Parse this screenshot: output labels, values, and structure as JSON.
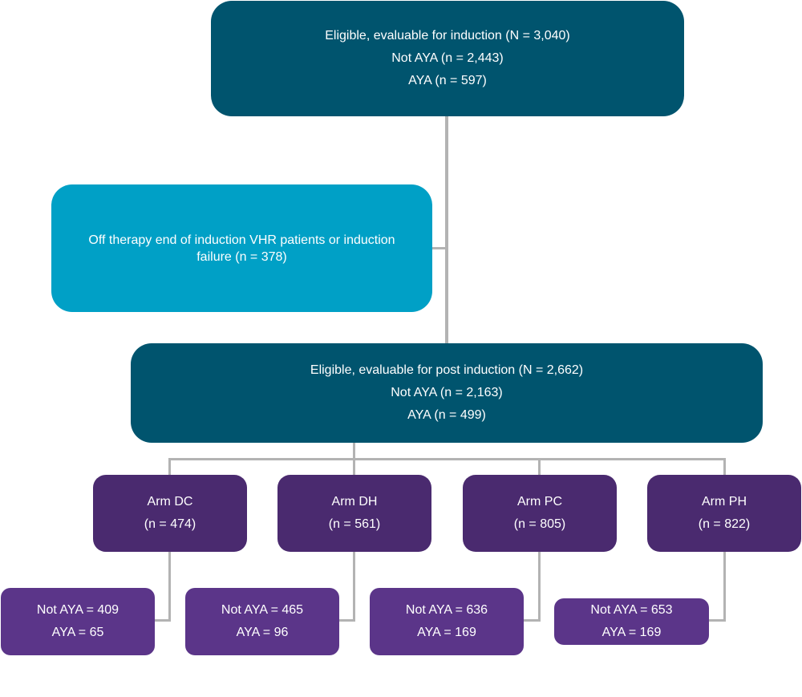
{
  "diagram": {
    "type": "flowchart",
    "colors": {
      "primary_box": "#00546e",
      "excluded_box": "#00a0c6",
      "arm_box": "#4a2a6f",
      "subgroup_box": "#5b3589",
      "connector": "#b3b3b3",
      "text": "#ffffff"
    },
    "induction": {
      "title": "Eligible, evaluable for induction (N = 3,040)",
      "not_aya": "Not AYA (n = 2,443)",
      "aya": "AYA (n = 597)"
    },
    "excluded": {
      "text": "Off therapy end of induction VHR patients or induction failure (n = 378)"
    },
    "post_induction": {
      "title": "Eligible, evaluable for post induction (N = 2,662)",
      "not_aya": "Not AYA (n = 2,163)",
      "aya": "AYA (n = 499)"
    },
    "arms": [
      {
        "name": "Arm DC",
        "n": "(n = 474)",
        "not_aya": "Not AYA = 409",
        "aya": "AYA = 65"
      },
      {
        "name": "Arm DH",
        "n": "(n = 561)",
        "not_aya": "Not AYA = 465",
        "aya": "AYA = 96"
      },
      {
        "name": "Arm PC",
        "n": "(n = 805)",
        "not_aya": "Not AYA = 636",
        "aya": "AYA = 169"
      },
      {
        "name": "Arm PH",
        "n": "(n = 822)",
        "not_aya": "Not AYA = 653",
        "aya": "AYA = 169"
      }
    ]
  }
}
